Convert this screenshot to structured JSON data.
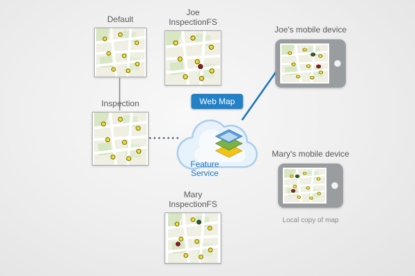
{
  "diagram": {
    "default_map": {
      "label": "Default"
    },
    "joe_fs_map": {
      "label": "Joe InspectionFS"
    },
    "inspection_map": {
      "label": "Inspection"
    },
    "mary_fs_map": {
      "label": "Mary InspectionFS"
    },
    "cloud": {
      "badge_label": "Web Map",
      "service_label": "Feature Service"
    },
    "joe_device": {
      "label": "Joe's mobile device"
    },
    "mary_device": {
      "label": "Mary's mobile device",
      "caption": "Local copy of map"
    }
  },
  "icons": {
    "cloud": "cloud-icon",
    "layers": "layers-icon",
    "tablet": "tablet-icon",
    "home_button": "home-button-icon"
  },
  "colors": {
    "background": "#ededed",
    "label_text": "#58595b",
    "accent_blue": "#1b75bb",
    "badge_blue": "#2382c6",
    "cloud_fill": "#e7f2fb",
    "cloud_border": "#aacdea",
    "connector_gray": "#a0a0a0",
    "connector_dotted": "#3f5566",
    "map_background": "#eff0e3",
    "dot_yellow": "#f0e12c",
    "dot_red": "#8e1f1f",
    "dot_green": "#2e5d2a",
    "tablet_gray": "#9a9da0"
  }
}
